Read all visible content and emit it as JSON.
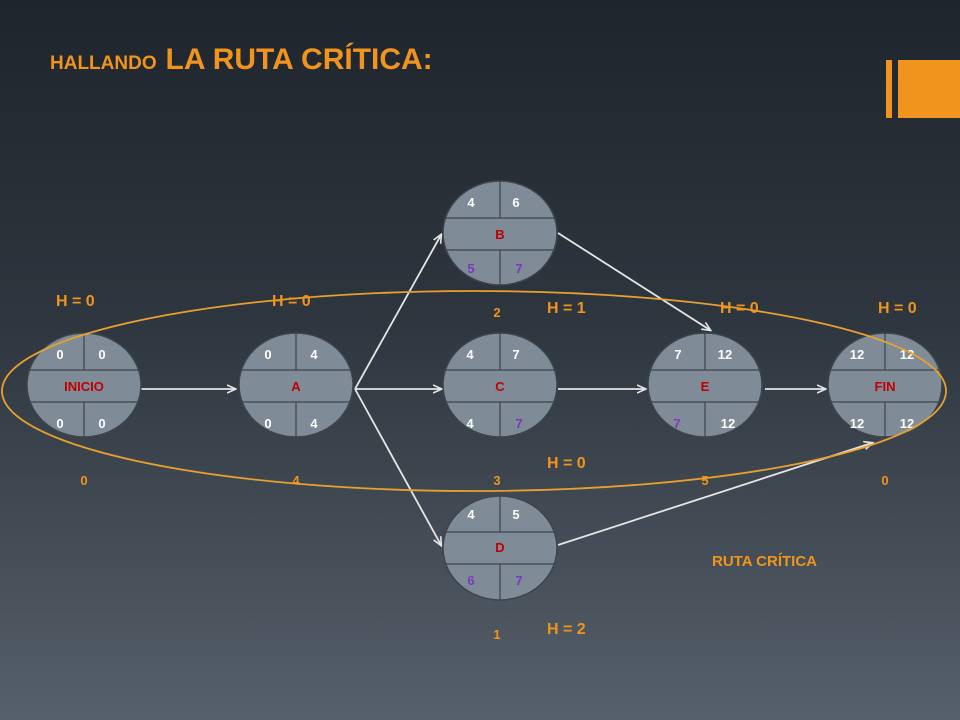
{
  "title": {
    "prefix": "HALLANDO",
    "main": "LA RUTA CRÍTICA:"
  },
  "colors": {
    "accent": "#f0941d",
    "node_name": "#c00000",
    "purple": "#7b39c0",
    "node_fill": "#7f8c97"
  },
  "nodes": {
    "inicio": {
      "name": "INICIO",
      "es": "0",
      "ef": "0",
      "ls": "0",
      "lf": "0",
      "duration": "0"
    },
    "a": {
      "name": "A",
      "es": "0",
      "ef": "4",
      "ls": "0",
      "lf": "4",
      "duration": "4"
    },
    "b": {
      "name": "B",
      "es": "4",
      "ef": "6",
      "ls": "5",
      "lf": "7",
      "duration": "2"
    },
    "c": {
      "name": "C",
      "es": "4",
      "ef": "7",
      "ls": "4",
      "lf": "7",
      "duration": "3"
    },
    "d": {
      "name": "D",
      "es": "4",
      "ef": "5",
      "ls": "6",
      "lf": "7",
      "duration": "1"
    },
    "e": {
      "name": "E",
      "es": "7",
      "ef": "12",
      "ls": "7",
      "lf": "12",
      "duration": "5"
    },
    "fin": {
      "name": "FIN",
      "es": "12",
      "ef": "12",
      "ls": "12",
      "lf": "12",
      "duration": "0"
    }
  },
  "slack": {
    "inicio": "H = 0",
    "a": "H = 0",
    "b": "H = 1",
    "c": "H = 0",
    "d": "H = 2",
    "e": "H = 0",
    "fin": "H = 0"
  },
  "critical_route_label": "RUTA CRÍTICA"
}
